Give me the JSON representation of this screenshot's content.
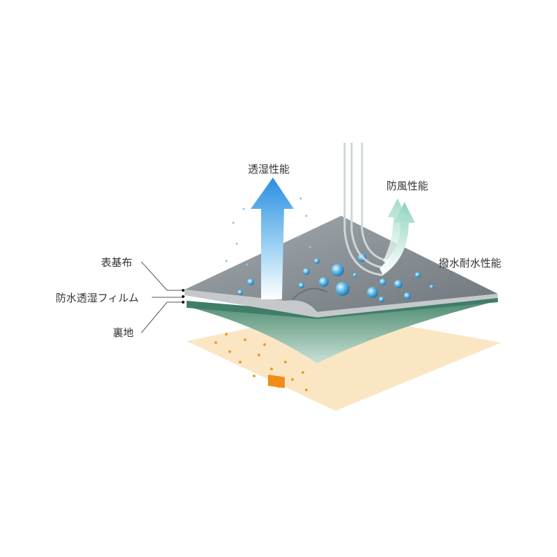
{
  "labels": {
    "breathability": "透湿性能",
    "windproof": "防風性能",
    "water_repellent": "撥水耐水性能",
    "outer_fabric": "表基布",
    "membrane": "防水透湿フィルム",
    "lining": "裏地"
  },
  "colors": {
    "top_layer": "#7d848a",
    "membrane": "#5f9a82",
    "lining": "#fbe6c4",
    "arrow_blue": "#3a9be0",
    "arrow_green": "#9ed8c8",
    "drop": "#3aa0d8",
    "dots": "#e8a030"
  }
}
